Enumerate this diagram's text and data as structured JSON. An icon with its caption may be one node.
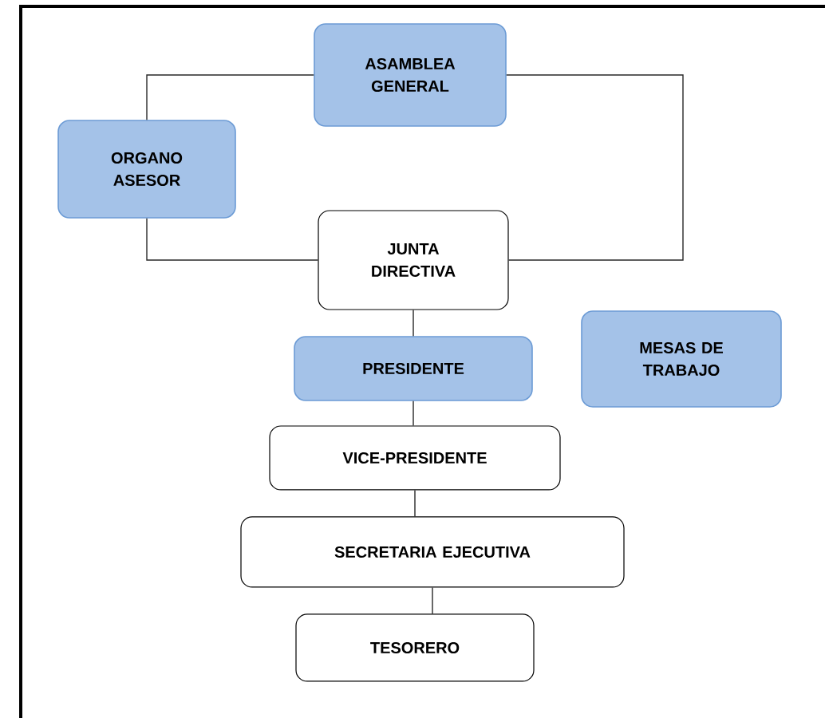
{
  "diagram": {
    "nodes": [
      {
        "text": [
          "ASAMBLEA GENERAL"
        ]
      },
      {
        "text": [
          "ORGANO ASESOR"
        ]
      },
      {
        "text": [
          "JUNTA DIRECTIVA"
        ]
      },
      {
        "text": [
          "PRESIDENTE"
        ]
      },
      {
        "text": [
          "MESAS DE TRABAJO"
        ]
      },
      {
        "text": [
          "VICE-PRESIDENTE"
        ]
      },
      {
        "text": [
          "SECRETARIA EJECUTIVA"
        ]
      },
      {
        "text": [
          "TESORERO"
        ]
      }
    ],
    "edges": [
      {
        "from": 0,
        "to": 1,
        "arrow": "none"
      },
      {
        "from": 1,
        "to": 2,
        "arrow": "none"
      },
      {
        "from": 0,
        "to": 2,
        "arrow": "none"
      },
      {
        "from": 2,
        "to": 3,
        "arrow": "none"
      },
      {
        "from": 3,
        "to": 5,
        "arrow": "none"
      },
      {
        "from": 5,
        "to": 6,
        "arrow": "none"
      },
      {
        "from": 6,
        "to": 7,
        "arrow": "none"
      }
    ]
  }
}
